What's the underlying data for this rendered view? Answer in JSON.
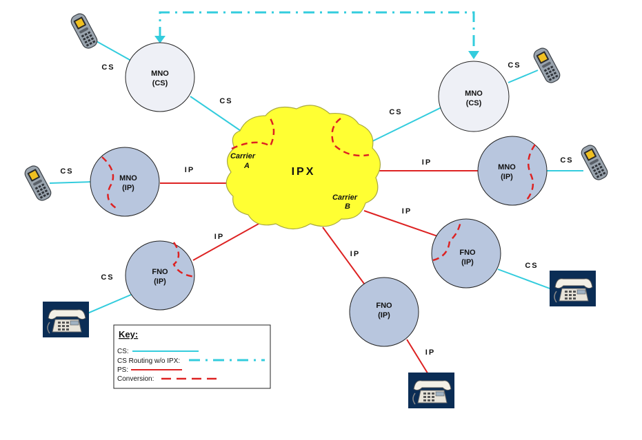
{
  "colors": {
    "cs_line": "#33ccdd",
    "ps_line": "#dd2222",
    "cloud_fill": "#ffff33",
    "ip_node_fill": "#b8c6de",
    "cs_node_fill": "#eef0f6",
    "phone_bg": "#0b2d55"
  },
  "cloud": {
    "label": "IPX",
    "carrier_a": [
      "Carrier",
      "A"
    ],
    "carrier_b": [
      "Carrier",
      "B"
    ]
  },
  "nodes": {
    "mno_cs_left": [
      "MNO",
      "(CS)"
    ],
    "mno_cs_right": [
      "MNO",
      "(CS)"
    ],
    "mno_ip_left": [
      "MNO",
      "(IP)"
    ],
    "mno_ip_right": [
      "MNO",
      "(IP)"
    ],
    "fno_ip_left": [
      "FNO",
      "(IP)"
    ],
    "fno_ip_right": [
      "FNO",
      "(IP)"
    ],
    "fno_ip_bottom": [
      "FNO",
      "(IP)"
    ]
  },
  "link_labels": {
    "cs_phone_top_left": "CS",
    "cs_mno_cloud_left": "CS",
    "cs_phone_top_right": "CS",
    "cs_mno_cloud_right": "CS",
    "cs_phone_mid_left": "CS",
    "ip_mno_cloud_left": "IP",
    "ip_mno_cloud_right": "IP",
    "cs_phone_mid_right": "CS",
    "ip_fno_cloud_left": "IP",
    "cs_phone_bottom_left": "CS",
    "ip_fno_cloud_right": "IP",
    "cs_phone_bottom_right": "CS",
    "ip_fno_cloud_bottom": "IP",
    "ip_phone_bottom": "IP"
  },
  "key": {
    "title": "Key:",
    "items": [
      "CS:",
      "CS Routing w/o IPX:",
      "PS:",
      "Conversion:"
    ]
  },
  "icons": [
    "mobile-phone-icon",
    "desk-phone-icon"
  ]
}
